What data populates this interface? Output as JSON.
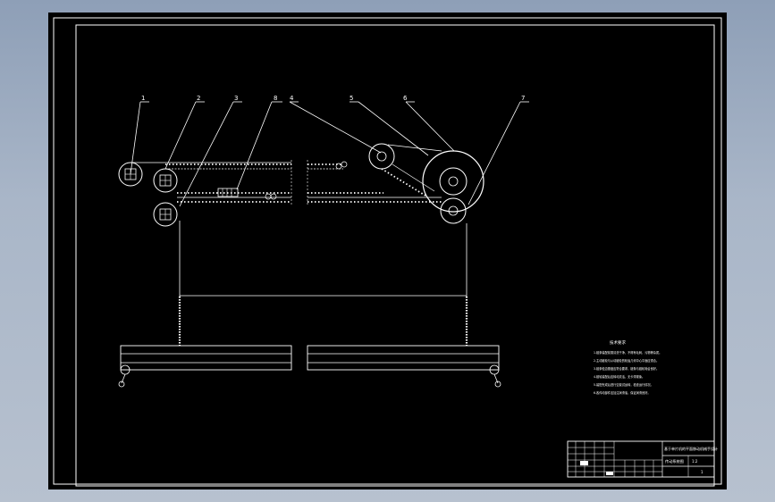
{
  "drawing": {
    "part_labels": [
      "1",
      "2",
      "3",
      "8",
      "4",
      "5",
      "6",
      "7"
    ],
    "notes_title": "技术要求",
    "notes_lines": [
      "1.链条装配前需清洗干净，不得有毛刺、污物等杂质。",
      "2.主动链轮与从动链轮的轮齿几何中心平面应重合。",
      "3.链条松边垂度应符合要求，链条与链轮啮合良好。",
      "4.链轮装配后应转动灵活，无卡滞现象。",
      "5.装配完成后进行空载试运转，检查运行情况。",
      "6.各传动部件应加注润滑油，保证润滑良好。"
    ],
    "title_block": {
      "title": "基于单片机的平面移动机械手设计",
      "drawing_name": "传动系统图",
      "scale": "1:2",
      "sheet": "1"
    }
  },
  "colors": {
    "sheet": "#000000",
    "line": "#ffffff",
    "frame_gradient_top": "#8e9fb7",
    "frame_gradient_bottom": "#b7c1cf"
  }
}
